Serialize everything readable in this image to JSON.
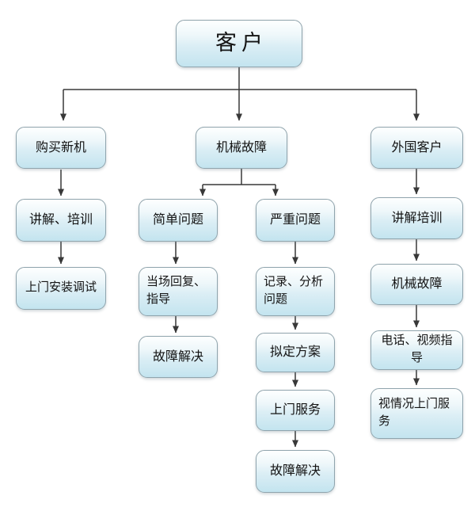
{
  "diagram": {
    "type": "flowchart",
    "nodes": {
      "customer": {
        "label": "客户"
      },
      "buy_new_machine": {
        "label": "购买新机"
      },
      "mechanical_failure": {
        "label": "机械故障"
      },
      "foreign_customer": {
        "label": "外国客户"
      },
      "explain_training": {
        "label": "讲解、培训"
      },
      "onsite_install_debug": {
        "label": "上门安装调试"
      },
      "simple_problem": {
        "label": "简单问题"
      },
      "onsite_reply_guide": {
        "label": "当场回复、指导"
      },
      "fault_solved_simple": {
        "label": "故障解决"
      },
      "serious_problem": {
        "label": "严重问题"
      },
      "record_analyze_problem": {
        "label": "记录、分析问题"
      },
      "draft_plan": {
        "label": "拟定方案"
      },
      "onsite_service": {
        "label": "上门服务"
      },
      "fault_solved_serious": {
        "label": "故障解决"
      },
      "explain_training_foreign": {
        "label": "讲解培训"
      },
      "mechanical_failure_foreign": {
        "label": "机械故障"
      },
      "phone_video_guide": {
        "label": "电话、视频指导"
      },
      "onsite_service_as_needed": {
        "label": "视情况上门服务"
      }
    },
    "flow": [
      [
        "customer",
        "buy_new_machine"
      ],
      [
        "customer",
        "mechanical_failure"
      ],
      [
        "customer",
        "foreign_customer"
      ],
      [
        "buy_new_machine",
        "explain_training"
      ],
      [
        "explain_training",
        "onsite_install_debug"
      ],
      [
        "mechanical_failure",
        "simple_problem"
      ],
      [
        "mechanical_failure",
        "serious_problem"
      ],
      [
        "simple_problem",
        "onsite_reply_guide"
      ],
      [
        "onsite_reply_guide",
        "fault_solved_simple"
      ],
      [
        "serious_problem",
        "record_analyze_problem"
      ],
      [
        "record_analyze_problem",
        "draft_plan"
      ],
      [
        "draft_plan",
        "onsite_service"
      ],
      [
        "onsite_service",
        "fault_solved_serious"
      ],
      [
        "foreign_customer",
        "explain_training_foreign"
      ],
      [
        "explain_training_foreign",
        "mechanical_failure_foreign"
      ],
      [
        "mechanical_failure_foreign",
        "phone_video_guide"
      ],
      [
        "phone_video_guide",
        "onsite_service_as_needed"
      ]
    ],
    "colors": {
      "node_fill_top": "#fdffff",
      "node_fill_bottom": "#c3e4ef",
      "node_border": "#8fa4ad",
      "connector": "#383838",
      "background": "#ffffff",
      "text": "#141414"
    }
  }
}
